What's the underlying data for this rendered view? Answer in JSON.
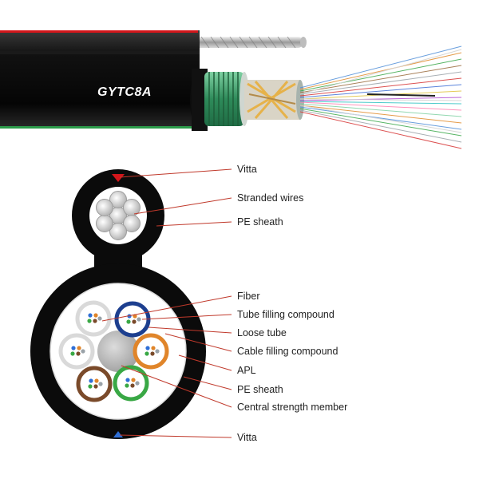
{
  "cable": {
    "model": "GYTC8A"
  },
  "labels": {
    "vitta_top": "Vitta",
    "stranded_wires": "Stranded wires",
    "pe_sheath_top": "PE sheath",
    "fiber": "Fiber",
    "tube_filling_compound": "Tube filling compound",
    "loose_tube": "Loose tube",
    "cable_filling_compound": "Cable filling compound",
    "apl": "APL",
    "pe_sheath_bottom": "PE sheath",
    "central_strength_member": "Central strength member",
    "vitta_bottom": "Vitta"
  },
  "colors": {
    "sheath": "#0b0b0b",
    "vitta_red": "#d3161b",
    "vitta_blue": "#2f6fd6",
    "armor_green": "#3a9c6a",
    "leader_line": "#c0392b",
    "tube_blue": "#1d3f8f",
    "tube_orange": "#e0852a",
    "tube_green": "#39a845",
    "tube_brown": "#7a4a2a",
    "tube_grey": "#d9d9d9"
  }
}
